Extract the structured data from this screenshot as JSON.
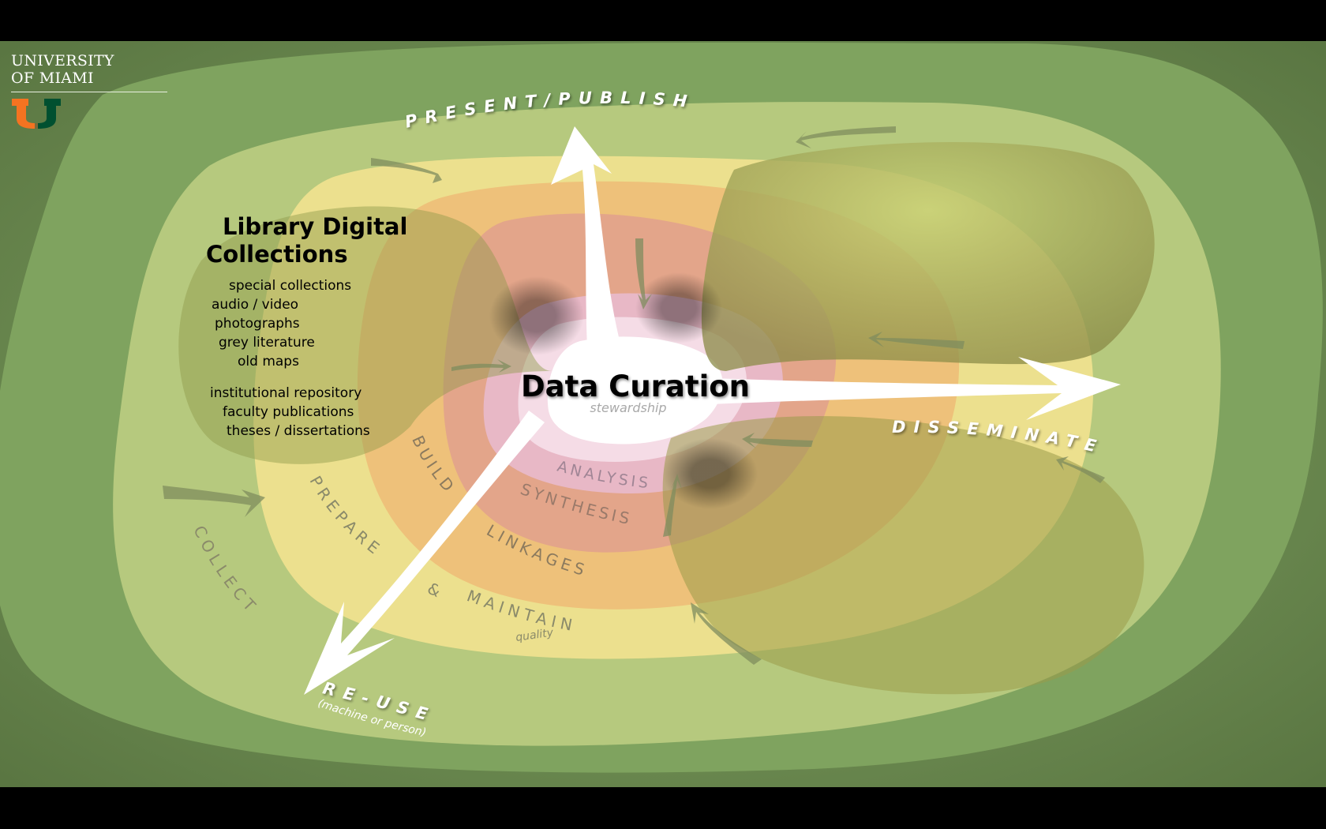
{
  "logo": {
    "line1": "UNIVERSITY",
    "line2": "OF MIAMI",
    "mark": "U",
    "mark_colors": [
      "#f47321",
      "#005030"
    ]
  },
  "colors": {
    "outer": "#5e7a45",
    "green": "#7fa35f",
    "light_green": "#b6c97e",
    "yellow": "#ece08e",
    "orange": "#eec17a",
    "salmon": "#e3a58a",
    "pink": "#e8b8c6",
    "light_pink": "#f5dce6",
    "white": "#ffffff",
    "muted_label": "#8a8a6a"
  },
  "center": {
    "title": "Data Curation",
    "subtitle": "stewardship"
  },
  "rings": {
    "analysis": "ANALYSIS",
    "synthesis": "SYNTHESIS",
    "build": "BUILD",
    "linkages": "LINKAGES",
    "prepare": "PREPARE",
    "ampersand": "&",
    "maintain": "MAINTAIN",
    "quality": "quality",
    "collect": "COLLECT"
  },
  "outputs": {
    "present_publish": "PRESENT/PUBLISH",
    "disseminate": "DISSEMINATE",
    "reuse": "RE-USE",
    "reuse_note": "(machine or person)"
  },
  "library": {
    "title_line1": "Library Digital",
    "title_line2": "Collections",
    "items": [
      "special collections",
      "audio / video",
      "photographs",
      "grey literature",
      "old maps"
    ],
    "items2": [
      "institutional repository",
      "faculty publications",
      "theses / dissertations"
    ]
  }
}
